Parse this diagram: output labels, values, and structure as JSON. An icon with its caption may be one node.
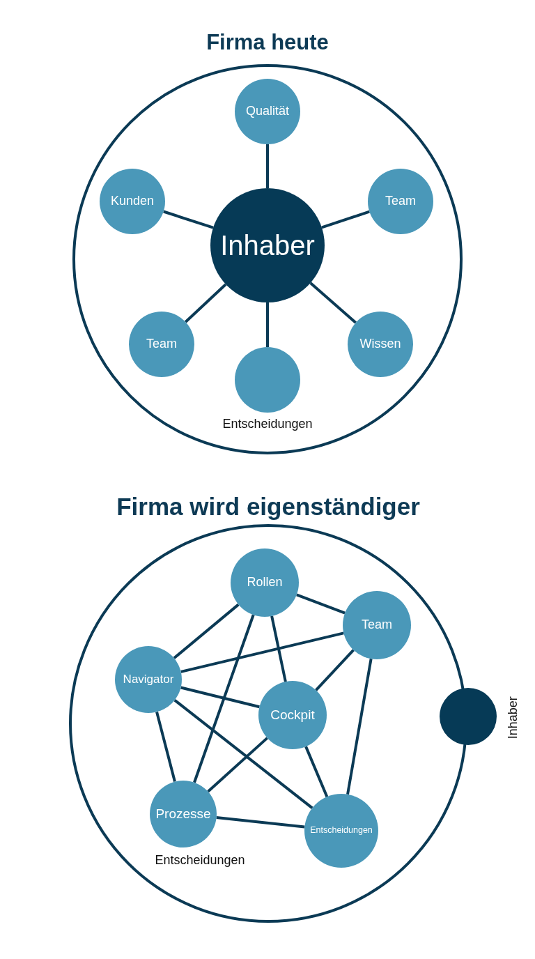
{
  "diagram": {
    "nodes": [
      {
        "text": [
          "Firma heute"
        ]
      },
      {
        "text": [
          "Qualität"
        ],
        "in": 0
      },
      {
        "text": [
          "Kunden"
        ],
        "in": 0
      },
      {
        "text": [
          "Team"
        ],
        "in": 0
      },
      {
        "text": [
          "Inhaber"
        ],
        "in": 0
      },
      {
        "text": [
          "Team"
        ],
        "in": 0
      },
      {
        "text": [
          "Wissen"
        ],
        "in": 0
      },
      {
        "text": [],
        "shape": "circle",
        "in": 0,
        "beside": [
          "Entscheidungen"
        ]
      },
      {
        "text": [
          "Firma wird eigenständiger"
        ]
      },
      {
        "text": [
          "Rollen"
        ],
        "in": 8
      },
      {
        "text": [
          "Team"
        ],
        "in": 8
      },
      {
        "text": [
          "Navigator"
        ],
        "in": 8
      },
      {
        "text": [
          "Cockpit"
        ],
        "in": 8
      },
      {
        "text": [],
        "shape": "circle",
        "beside": [
          "Inhaber"
        ]
      },
      {
        "text": [
          "Prozesse"
        ],
        "in": 8,
        "beside": [
          "Entscheidungen"
        ]
      },
      {
        "text": [
          "Entscheidungen"
        ],
        "in": 8
      }
    ],
    "edges": [
      {
        "from": 4,
        "to": 1,
        "arrow": "none"
      },
      {
        "from": 4,
        "to": 2,
        "arrow": "none"
      },
      {
        "from": 4,
        "to": 3,
        "arrow": "none"
      },
      {
        "from": 4,
        "to": 5,
        "arrow": "none"
      },
      {
        "from": 4,
        "to": 6,
        "arrow": "none"
      },
      {
        "from": 4,
        "to": 7,
        "arrow": "none"
      },
      {
        "from": 9,
        "to": 11,
        "arrow": "none"
      },
      {
        "from": 9,
        "to": 10,
        "arrow": "none"
      },
      {
        "from": 9,
        "to": 14,
        "arrow": "none"
      },
      {
        "from": 9,
        "to": 12,
        "arrow": "none"
      },
      {
        "from": 10,
        "to": 11,
        "arrow": "none"
      },
      {
        "from": 10,
        "to": 12,
        "arrow": "none"
      },
      {
        "from": 10,
        "to": 15,
        "arrow": "none"
      },
      {
        "from": 11,
        "to": 12,
        "arrow": "none"
      },
      {
        "from": 11,
        "to": 15,
        "arrow": "none"
      },
      {
        "from": 11,
        "to": 14,
        "arrow": "none"
      },
      {
        "from": 12,
        "to": 14,
        "arrow": "none"
      },
      {
        "from": 12,
        "to": 15,
        "arrow": "none"
      },
      {
        "from": 14,
        "to": 15,
        "arrow": "none"
      }
    ]
  }
}
